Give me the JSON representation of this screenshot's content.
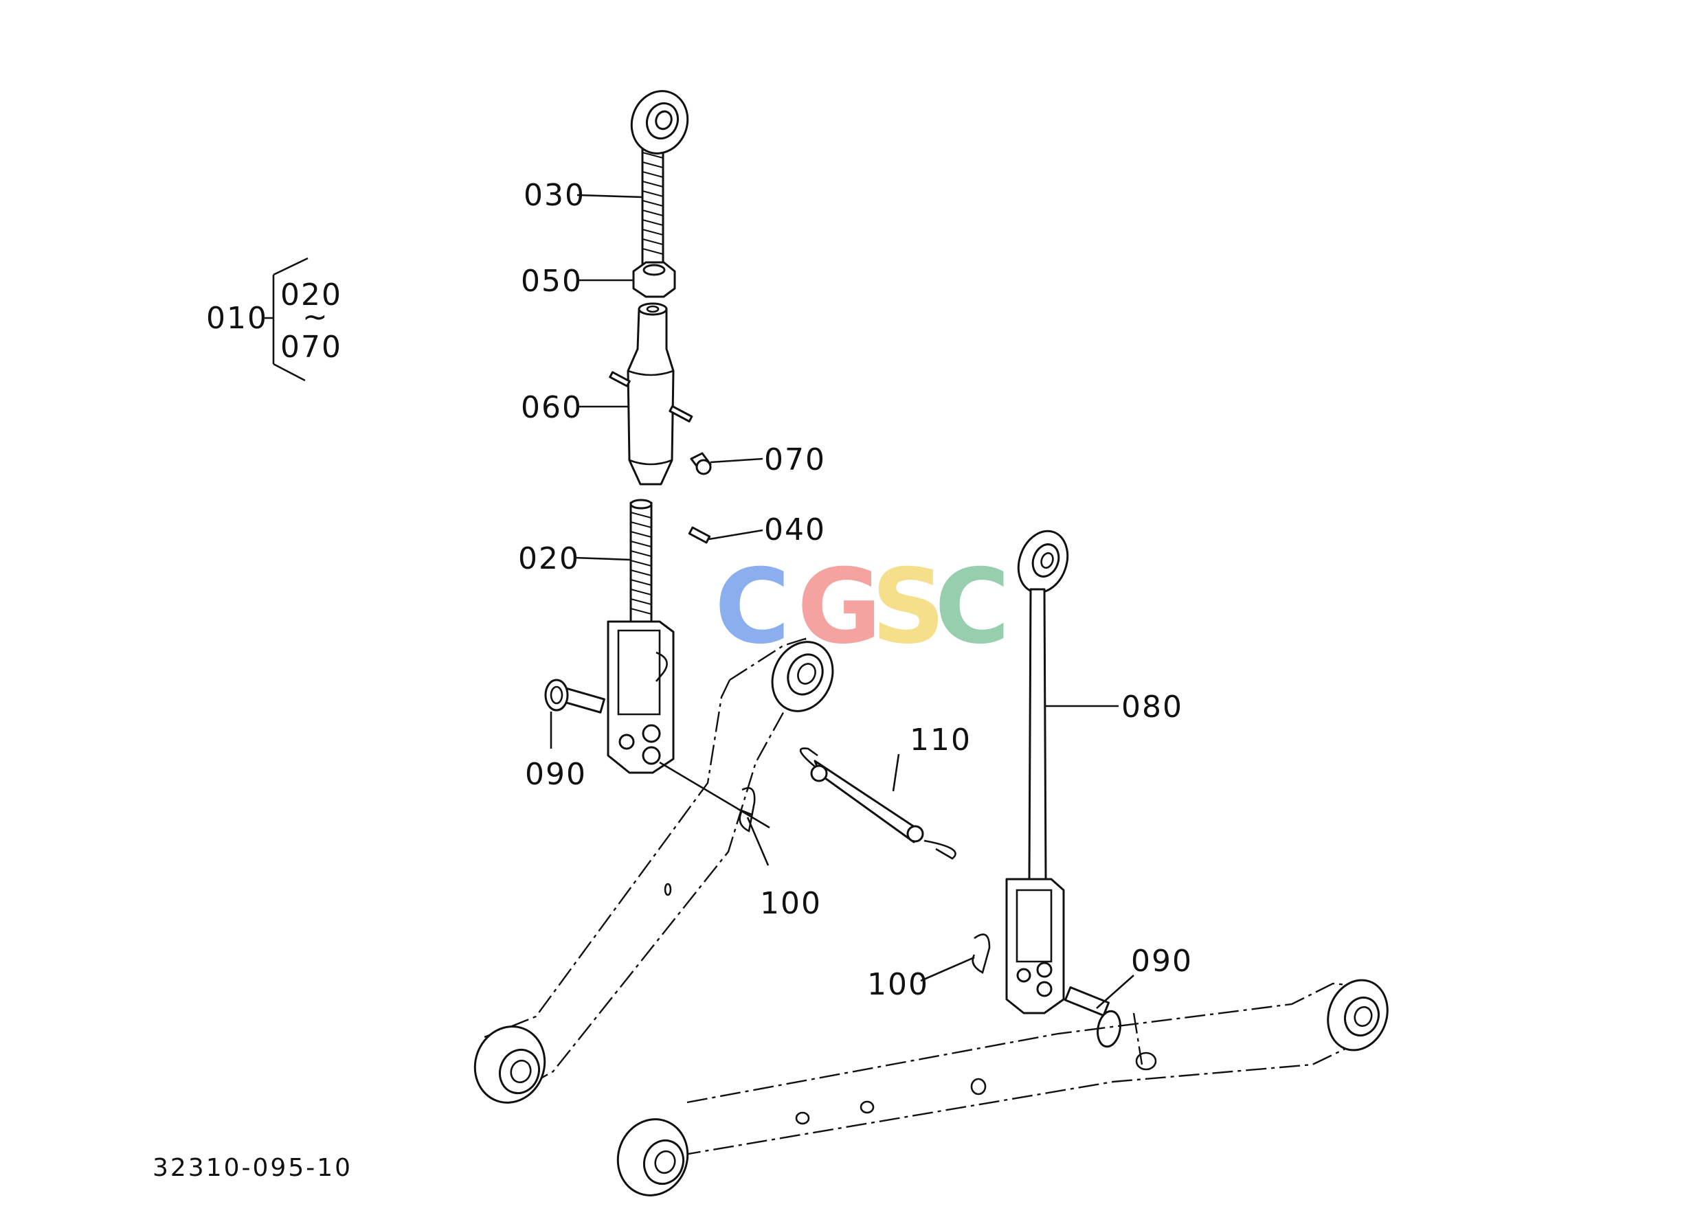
{
  "watermark": {
    "letters": [
      "C",
      "G",
      "S",
      "C"
    ],
    "colors": [
      "#7fa6ee",
      "#f39a96",
      "#f6dc7e",
      "#8ccaa6"
    ]
  },
  "group": {
    "parent": "010",
    "first": "020",
    "range_mark": "~",
    "last": "070"
  },
  "callouts": {
    "p030": "030",
    "p050": "050",
    "p060": "060",
    "p070": "070",
    "p040": "040",
    "p020": "020",
    "p090_left": "090",
    "p100_left": "100",
    "p110": "110",
    "p080": "080",
    "p100_right": "100",
    "p090_right": "090"
  },
  "drawing_number": "32310-095-10",
  "colors": {
    "ink": "#111111",
    "paper": "#ffffff"
  }
}
